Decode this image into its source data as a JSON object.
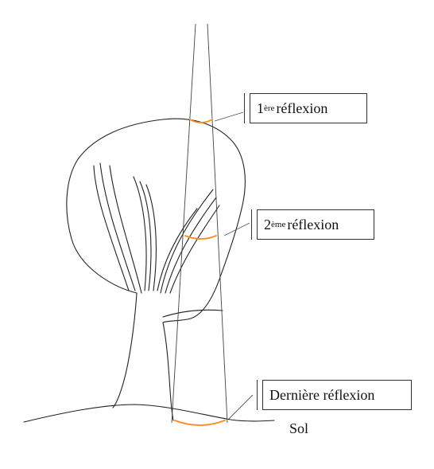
{
  "labels": {
    "first": {
      "number": "1",
      "superscript": "ère",
      "text": "réflexion"
    },
    "second": {
      "number": "2",
      "superscript": "ème",
      "text": "réflexion"
    },
    "last": {
      "text": "Dernière réflexion"
    },
    "ground": "Sol"
  },
  "colors": {
    "line": "#222222",
    "reflection_arc": "#ff8a1f",
    "box_border": "#333333"
  }
}
